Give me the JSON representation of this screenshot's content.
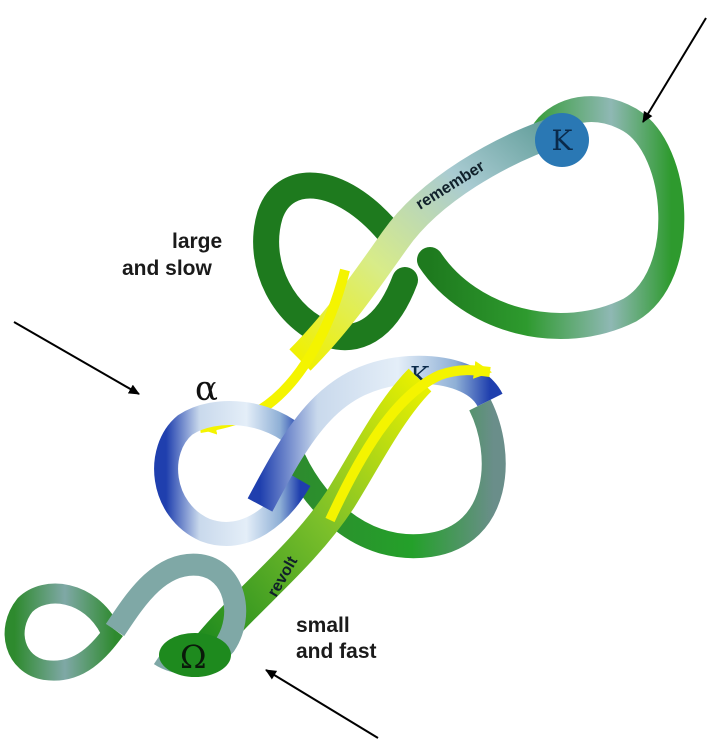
{
  "labels": {
    "large_slow_line1": "large",
    "large_slow_line2": "and  slow",
    "small_fast_line1": "small",
    "small_fast_line2": "and fast",
    "remember": "remember",
    "revolt": "revolt",
    "kappa_large": "K",
    "kappa_middle": "K",
    "alpha": "α",
    "omega": "Ω"
  },
  "colors": {
    "green_dark": "#1e7a1e",
    "green_mid": "#2e9a2e",
    "green_light": "#8cc88c",
    "blue_dark": "#1f3fae",
    "blue_light": "#d6e6f4",
    "teal": "#5f9c98",
    "yellow": "#f4f400",
    "kappa_circle": "#2a78b4",
    "arrow_line": "#000000"
  },
  "icons": {
    "pointer_arrows": "arrow-icon"
  }
}
